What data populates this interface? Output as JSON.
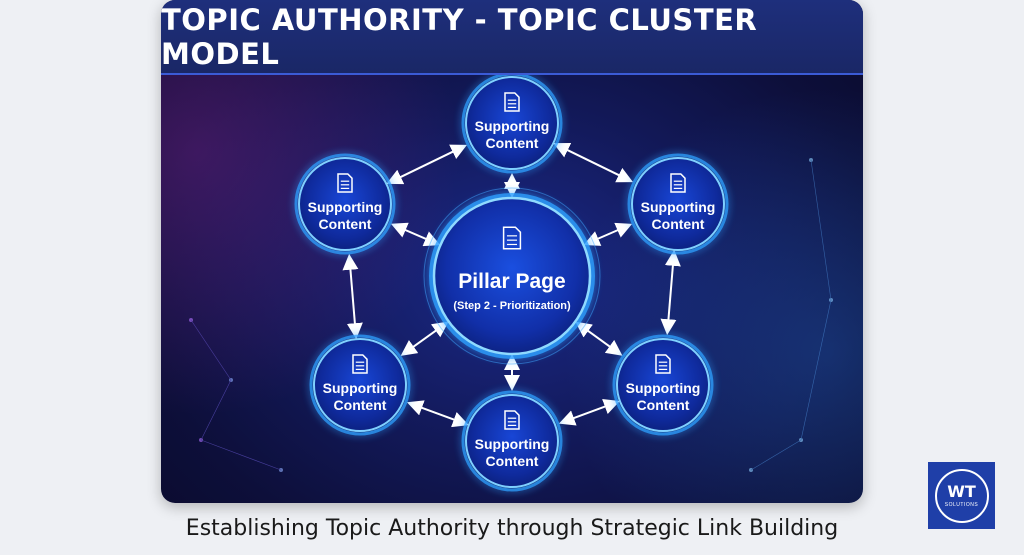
{
  "title": "TOPIC AUTHORITY - TOPIC CLUSTER MODEL",
  "pillar": {
    "title": "Pillar Page",
    "subtitle": "(Step 2 - Prioritization)",
    "icon": "document-icon"
  },
  "supporting_nodes": [
    {
      "line1": "Supporting",
      "line2": "Content",
      "icon": "document-icon"
    },
    {
      "line1": "Supporting",
      "line2": "Content",
      "icon": "document-icon"
    },
    {
      "line1": "Supporting",
      "line2": "Content",
      "icon": "document-icon"
    },
    {
      "line1": "Supporting",
      "line2": "Content",
      "icon": "document-icon"
    },
    {
      "line1": "Supporting",
      "line2": "Content",
      "icon": "document-icon"
    },
    {
      "line1": "Supporting",
      "line2": "Content",
      "icon": "document-icon"
    }
  ],
  "caption": "Establishing Topic Authority through Strategic Link Building",
  "logo": {
    "text": "WT",
    "subtext": "SOLUTIONS"
  },
  "colors": {
    "node_glow": "#2fa0ff",
    "node_fill": "#0e2a9a",
    "arrow": "#ffffff",
    "title_bar": "#1e2f7c"
  }
}
